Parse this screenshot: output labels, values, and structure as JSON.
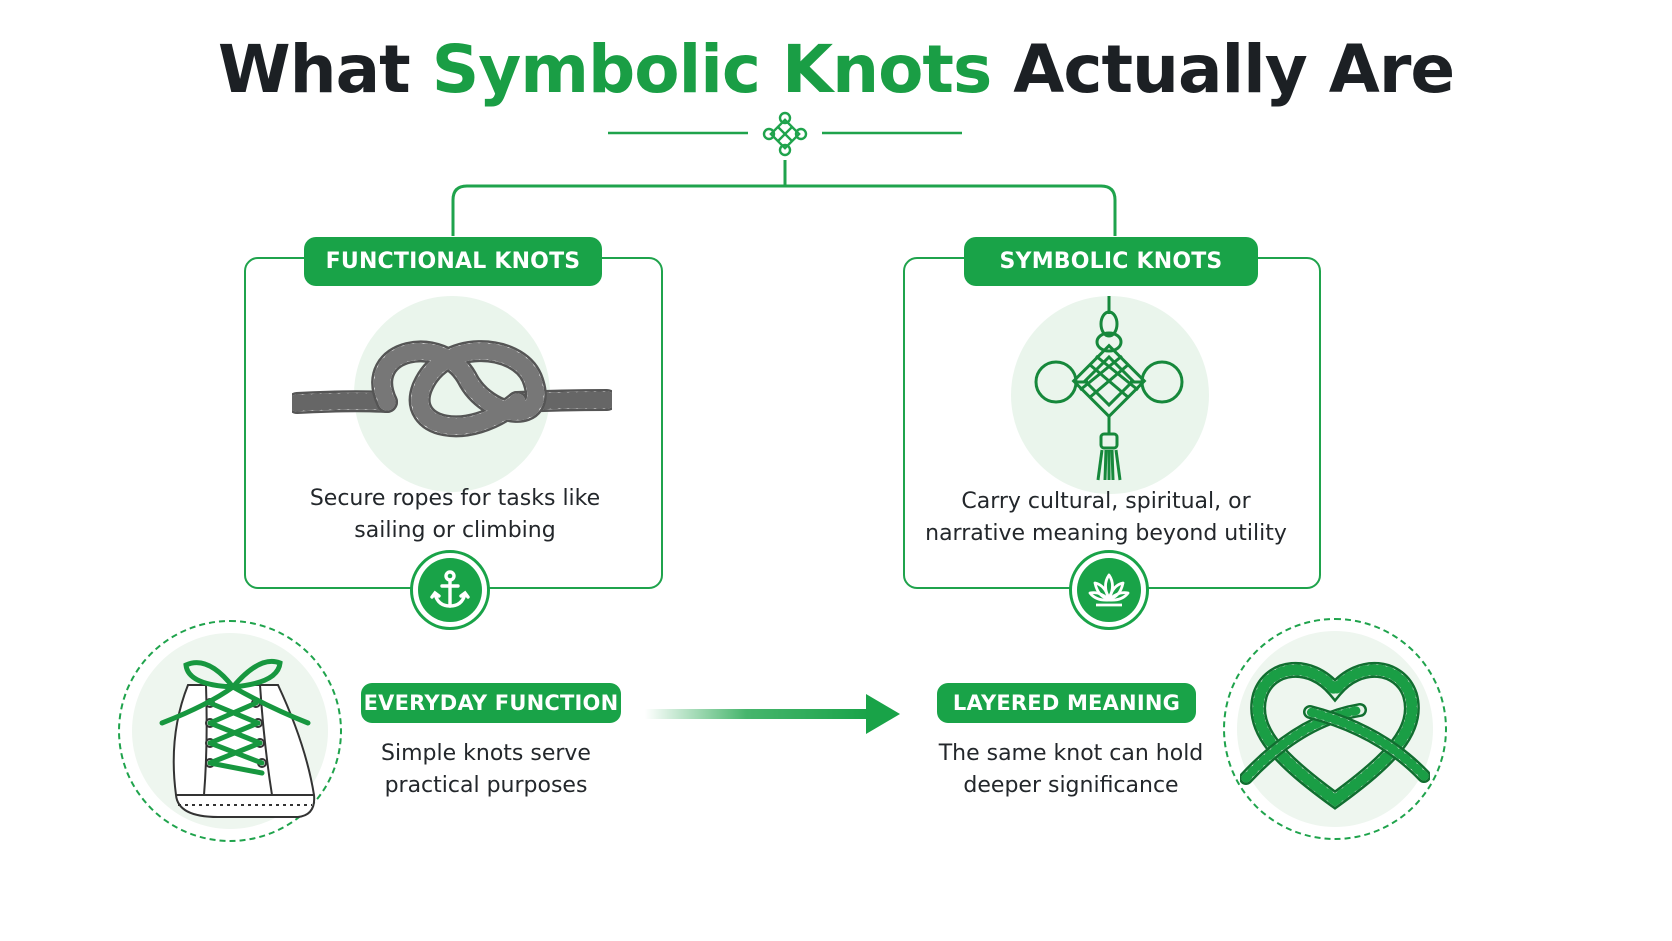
{
  "title": {
    "part1": "What ",
    "accent": "Symbolic Knots",
    "part2": " Actually Are"
  },
  "colors": {
    "accent": "#19a348",
    "text": "#1c2024",
    "bubble": "#eaf5ec"
  },
  "functional": {
    "label": "FUNCTIONAL KNOTS",
    "desc_line1": "Secure ropes for tasks like",
    "desc_line2": "sailing or climbing",
    "icon": "anchor-icon",
    "illustration": "figure-eight-rope-knot"
  },
  "symbolic": {
    "label": "SYMBOLIC KNOTS",
    "desc_line1": "Carry cultural, spiritual, or",
    "desc_line2": "narrative meaning beyond utility",
    "icon": "lotus-icon",
    "illustration": "chinese-knot"
  },
  "everyday": {
    "label": "EVERYDAY FUNCTION",
    "desc_line1": "Simple knots serve",
    "desc_line2": "practical purposes",
    "illustration": "laced-sneaker"
  },
  "layered": {
    "label": "LAYERED MEANING",
    "desc_line1": "The same knot can hold",
    "desc_line2": "deeper significance",
    "illustration": "heart-rope-knot"
  }
}
